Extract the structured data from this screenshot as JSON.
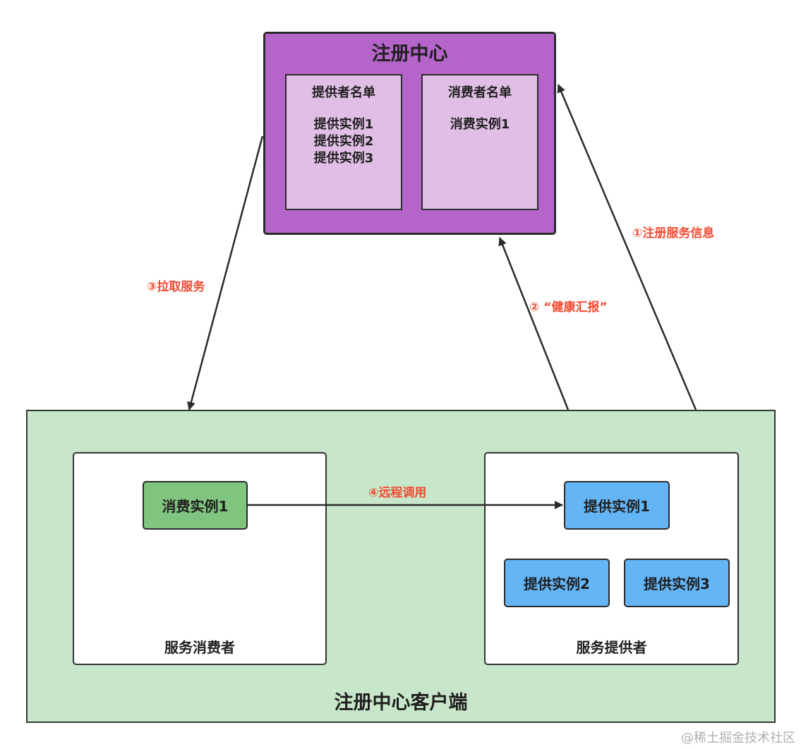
{
  "registry": {
    "title": "注册中心",
    "provider_list": {
      "title": "提供者名单",
      "items": [
        "提供实例1",
        "提供实例2",
        "提供实例3"
      ]
    },
    "consumer_list": {
      "title": "消费者名单",
      "items": [
        "消费实例1"
      ]
    }
  },
  "client": {
    "title": "注册中心客户端",
    "consumer_group": {
      "title": "服务消费者",
      "instance": "消费实例1"
    },
    "provider_group": {
      "title": "服务提供者",
      "instances": [
        "提供实例1",
        "提供实例2",
        "提供实例3"
      ]
    }
  },
  "edges": {
    "register": "①注册服务信息",
    "health": "② “健康汇报”",
    "pull": "③拉取服务",
    "rpc": "④远程调用"
  },
  "watermark": "@稀土掘金技术社区",
  "colors": {
    "registry": "#b565c9",
    "list_panel": "#e1bee6",
    "client_area": "#c8e6c9",
    "consumer_instance": "#7fc47f",
    "provider_instance": "#64b5f6",
    "edge_label": "#f04b33"
  }
}
